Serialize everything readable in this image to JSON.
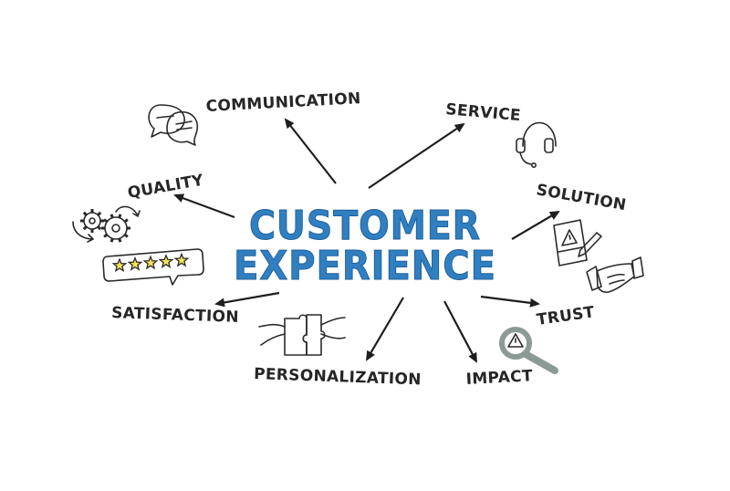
{
  "diagram": {
    "title_line1": "CUSTOMER",
    "title_line2": "EXPERIENCE",
    "labels": {
      "communication": "COMMUNICATION",
      "service": "SERVICE",
      "quality": "QUALITY",
      "solution": "SOLUTION",
      "satisfaction": "SATISFACTION",
      "trust": "TRUST",
      "personalization": "PERSONALIZATION",
      "impact": "IMPACT"
    }
  },
  "rating": {
    "stars": 5,
    "max": 5
  },
  "colors": {
    "title": "#2f7fc1",
    "text": "#262626",
    "star": "#f5e15a",
    "bubble_green": "#7de08a",
    "bubble_pink": "#f08ad8",
    "headset_yellow": "#f2c43a",
    "warning_red": "#d9422f",
    "gear_gray": "#9a9a9a",
    "cycle_green": "#3fbf4a",
    "cycle_red": "#d94040",
    "puzzle_blue": "#8ab4e8",
    "puzzle_green": "#9be29a",
    "magnifier_gray": "#8c9a95"
  },
  "icons": {
    "communication": "speech-bubbles-icon",
    "service": "headset-icon",
    "quality": "gears-icon",
    "satisfaction": "star-rating-icon",
    "solution": "clipboard-warning-icon",
    "trust": "handshake-icon",
    "personalization": "puzzle-icon",
    "impact": "magnifier-icon"
  }
}
